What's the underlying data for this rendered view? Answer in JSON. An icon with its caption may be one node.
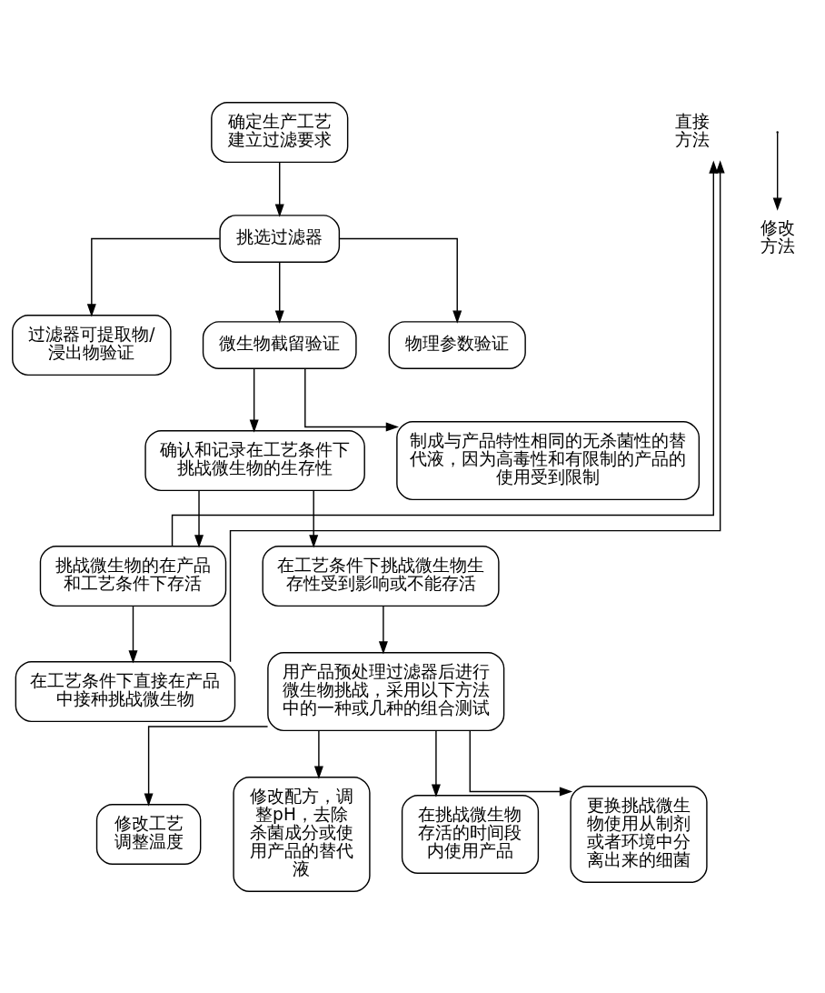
{
  "diagram": {
    "nodes": [
      {
        "text": [
          "确定生产工艺建立过滤要求"
        ]
      },
      {
        "text": [
          "挑选过滤器"
        ]
      },
      {
        "text": [
          "过滤器可提取物/浸出物验证"
        ]
      },
      {
        "text": [
          "微生物截留验证"
        ]
      },
      {
        "text": [
          "物理参数验证"
        ]
      },
      {
        "text": [
          "确认和记录在工艺条件下挑战微生物的生存性"
        ]
      },
      {
        "text": [
          "制成与产品特性相同的无杀菌性的替代液，因为高毒性和有限制的产品的使用受到限制"
        ]
      },
      {
        "text": [
          "挑战微生物的在产品和工艺条件下存活"
        ]
      },
      {
        "text": [
          "在工艺条件下挑战微生物生存性受到影响或不能存活"
        ]
      },
      {
        "text": [
          "在工艺条件下直接在产品中接种挑战微生物"
        ]
      },
      {
        "text": [
          "用产品预处理过滤器后进行微生物挑战，采用以下方法中的一种或几种的组合测试"
        ]
      },
      {
        "text": [
          "修改工艺调整温度"
        ]
      },
      {
        "text": [
          "修改配方，调整pH，去除杀菌成分或使用产品的替代液"
        ]
      },
      {
        "text": [
          "在挑战微生物存活的时间段内使用产品"
        ]
      },
      {
        "text": [
          "更换挑战微生物使用从制剂或者环境中分离出来的细菌"
        ]
      },
      {
        "text": [
          "直接方法"
        ]
      },
      {
        "text": [
          "修改方法"
        ]
      }
    ],
    "edges": [
      {
        "from": 0,
        "to": 1,
        "arrow": "to"
      },
      {
        "from": 1,
        "to": 2,
        "arrow": "to"
      },
      {
        "from": 1,
        "to": 3,
        "arrow": "to"
      },
      {
        "from": 1,
        "to": 4,
        "arrow": "to"
      },
      {
        "from": 3,
        "to": 5,
        "arrow": "to"
      },
      {
        "from": 3,
        "to": 6,
        "arrow": "to"
      },
      {
        "from": 5,
        "to": 7,
        "arrow": "to"
      },
      {
        "from": 5,
        "to": 8,
        "arrow": "to"
      },
      {
        "from": 7,
        "to": 9,
        "arrow": "to"
      },
      {
        "from": 8,
        "to": 10,
        "arrow": "to"
      },
      {
        "from": 10,
        "to": 11,
        "arrow": "to"
      },
      {
        "from": 10,
        "to": 12,
        "arrow": "to"
      },
      {
        "from": 10,
        "to": 13,
        "arrow": "to"
      },
      {
        "from": 10,
        "to": 14,
        "arrow": "to"
      },
      {
        "from": 7,
        "to": 15,
        "arrow": "to"
      },
      {
        "from": 9,
        "to": 15,
        "arrow": "to"
      },
      {
        "from": null,
        "to": 16,
        "arrow": "to"
      }
    ]
  }
}
